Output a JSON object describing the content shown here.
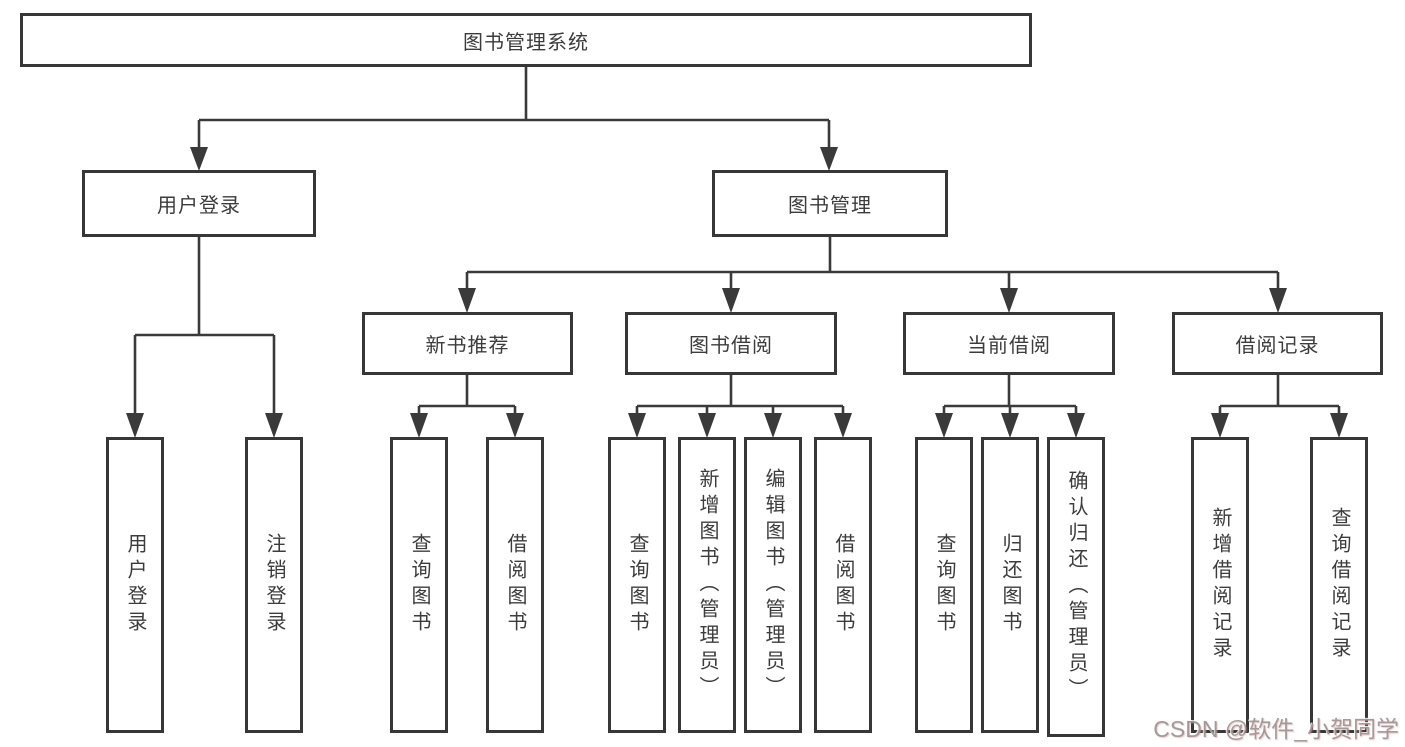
{
  "diagram": {
    "root": {
      "label": "图书管理系统"
    },
    "level2": [
      {
        "label": "用户登录"
      },
      {
        "label": "图书管理"
      }
    ],
    "level3": [
      {
        "label": "新书推荐"
      },
      {
        "label": "图书借阅"
      },
      {
        "label": "当前借阅"
      },
      {
        "label": "借阅记录"
      }
    ],
    "leaves": {
      "user_login": [
        "用户登录",
        "注销登录"
      ],
      "new_book_rec": [
        "查询图书",
        "借阅图书"
      ],
      "book_borrow": [
        "查询图书",
        "新增图书（管理员）",
        "编辑图书（管理员）",
        "借阅图书"
      ],
      "current_borrow": [
        "查询图书",
        "归还图书",
        "确认归还（管理员）"
      ],
      "borrow_record": [
        "新增借阅记录",
        "查询借阅记录"
      ]
    }
  },
  "watermark": {
    "text": "CSDN @软件_小贺同学"
  }
}
